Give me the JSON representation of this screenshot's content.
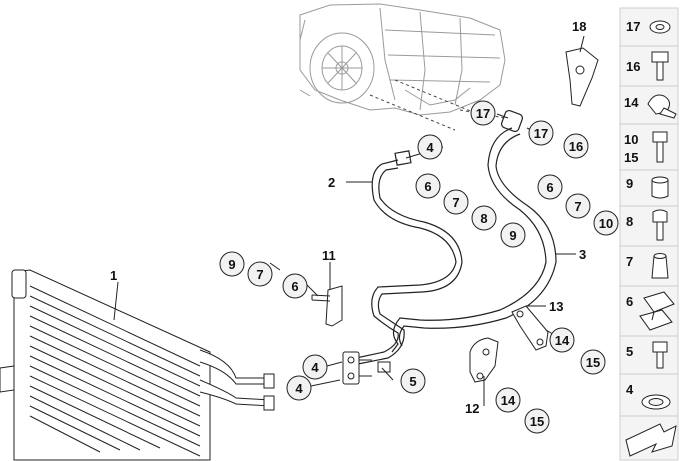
{
  "diagram": {
    "callouts": [
      "1",
      "2",
      "3",
      "11",
      "12",
      "13",
      "18"
    ],
    "circled_badges": [
      "4",
      "17",
      "17",
      "16",
      "6",
      "7",
      "8",
      "9",
      "6",
      "7",
      "10",
      "9",
      "7",
      "6",
      "4",
      "4",
      "5",
      "14",
      "15",
      "14",
      "15"
    ],
    "legend": [
      {
        "label": "17",
        "icon": "washer-icon"
      },
      {
        "label": "16",
        "icon": "bolt-icon"
      },
      {
        "label": "14",
        "icon": "hose-clamp-icon"
      },
      {
        "label": "10",
        "icon": "bolt-icon"
      },
      {
        "label": "15",
        "icon": "bolt-icon"
      },
      {
        "label": "9",
        "icon": "grommet-icon"
      },
      {
        "label": "8",
        "icon": "bolt-icon"
      },
      {
        "label": "7",
        "icon": "sleeve-icon"
      },
      {
        "label": "6",
        "icon": "clip-nut-icon"
      },
      {
        "label": "5",
        "icon": "bolt-icon"
      },
      {
        "label": "4",
        "icon": "seal-ring-icon"
      }
    ],
    "corner_icon": "arrow-icon",
    "colors": {
      "badge_fill": "#f2f2f2",
      "legend_fill": "#f4f4f4",
      "line": "#222222",
      "ghost": "#9a9a9a"
    }
  }
}
